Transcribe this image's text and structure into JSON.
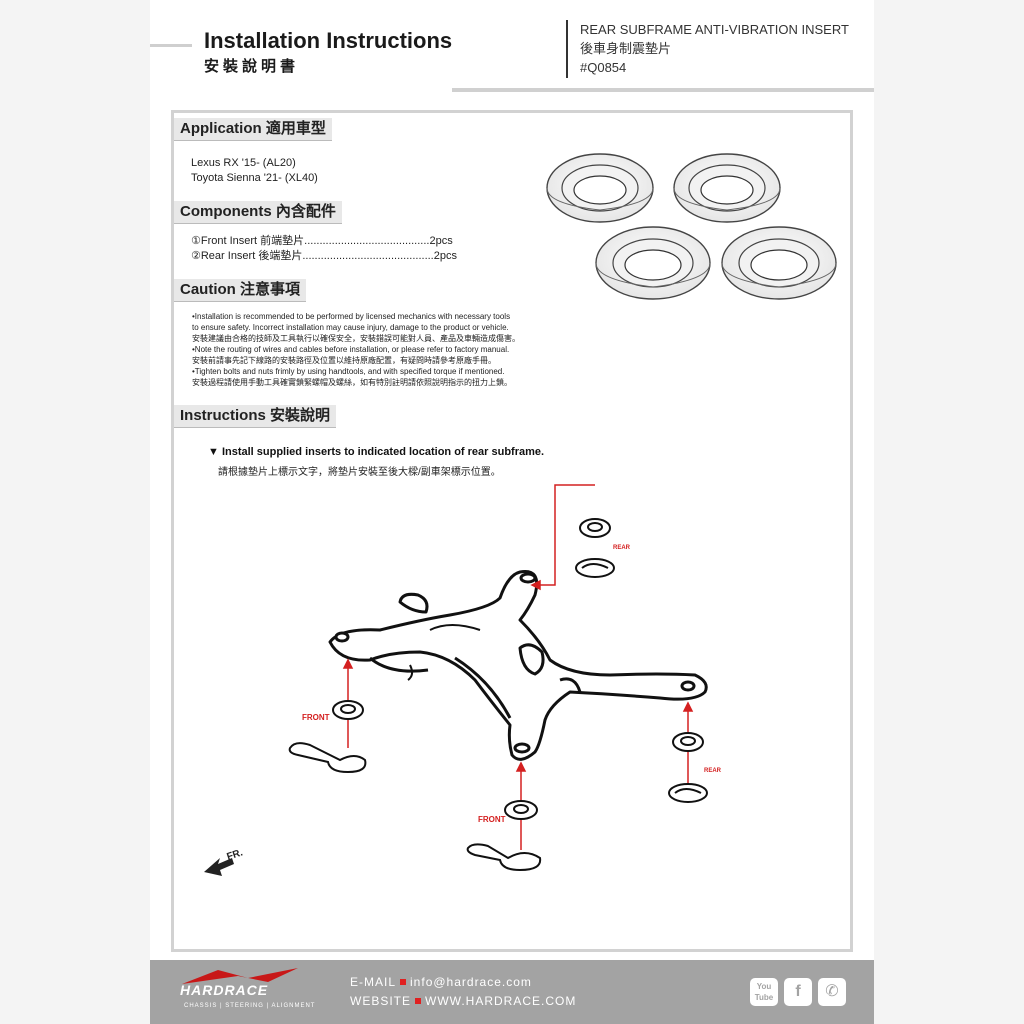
{
  "header": {
    "title": "Installation Instructions",
    "title_cn": "安裝說明書",
    "product_en": "REAR SUBFRAME ANTI-VIBRATION INSERT",
    "product_cn": "後車身制震墊片",
    "part_no": "#Q0854"
  },
  "application": {
    "heading": "Application 適用車型",
    "items": [
      "Lexus RX '15- (AL20)",
      "Toyota Sienna '21- (XL40)"
    ]
  },
  "components": {
    "heading": "Components 內含配件",
    "items": [
      "①Front Insert 前端墊片.........................................2pcs",
      "②Rear Insert 後端墊片...........................................2pcs"
    ]
  },
  "caution": {
    "heading": "Caution 注意事項",
    "lines": [
      "•Installation is recommended to be performed by licensed mechanics with necessary tools",
      "  to ensure safety. Incorrect installation may cause injury, damage to the product or vehicle.",
      "  安裝建議由合格的技師及工具執行以確保安全，安裝錯誤可能對人員、產品及車輛造成傷害。",
      "•Note the routing of wires and cables before installation, or please refer to factory manual.",
      "  安裝前請事先記下線路的安裝路徑及位置以維持原廠配置，有疑問時請參考原廠手冊。",
      "•Tighten bolts and nuts frimly by using handtools, and with specified torque if mentioned.",
      "  安裝過程請使用手動工具確實鎖緊螺帽及螺絲，如有特別註明請依照說明指示的扭力上鎖。"
    ]
  },
  "instructions": {
    "heading": "Instructions 安裝說明",
    "step_en": "▼ Install supplied inserts to indicated location of rear subframe.",
    "step_cn": "請根據墊片上標示文字，將墊片安裝至後大樑/副車架標示位置。"
  },
  "diagram": {
    "label_rear": "REAR",
    "label_front": "FRONT",
    "direction": "FR."
  },
  "footer": {
    "email_label": "E-MAIL",
    "email": "info@hardrace.com",
    "website_label": "WEBSITE",
    "website": "WWW.HARDRACE.COM",
    "logo_text": "HARDRACE",
    "logo_sub": "CHASSIS | STEERING | ALIGNMENT",
    "social": [
      "youtube-icon",
      "facebook-icon",
      "wechat-icon"
    ],
    "social_labels": [
      "You Tube",
      "f",
      "✆"
    ]
  },
  "colors": {
    "accent_red": "#d42020",
    "footer_gray": "#a3a3a3",
    "section_bg": "#e8e8e8"
  }
}
